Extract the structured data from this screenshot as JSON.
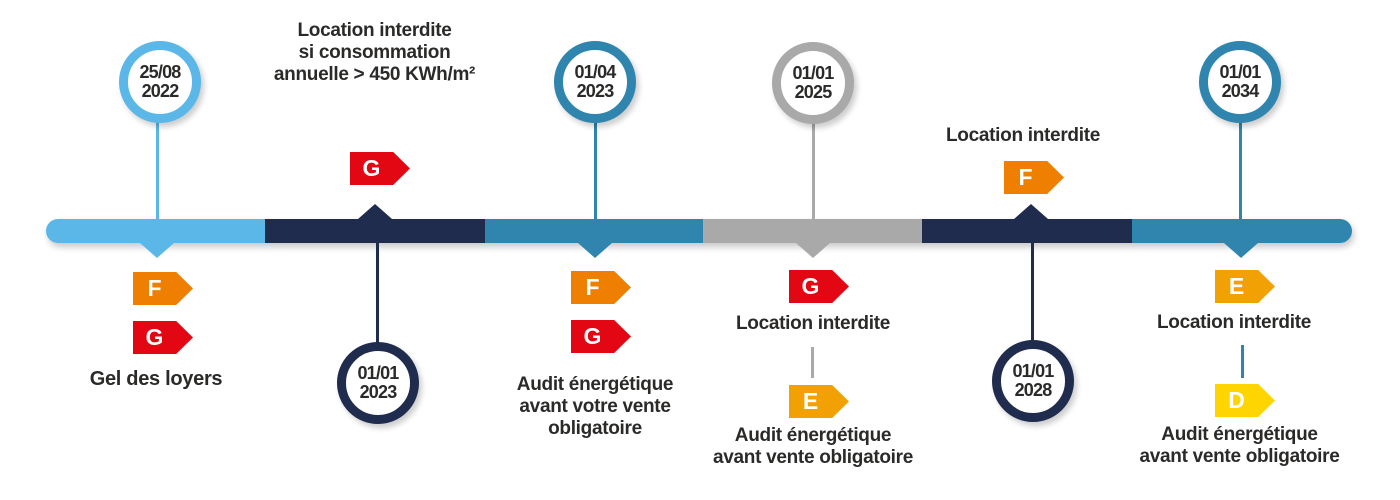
{
  "palette": {
    "light_blue": "#5BB7E8",
    "navy": "#1F2C4E",
    "teal_blue": "#2F85AD",
    "gray": "#A9A9A9",
    "orange_f": "#EE7F00",
    "red_g": "#E30613",
    "amber_e": "#F2A104",
    "yellow_d": "#FFD500",
    "text_dark": "#2B2A29"
  },
  "timeline": {
    "segments": [
      {
        "name": "2022-segment",
        "color": "#5BB7E8"
      },
      {
        "name": "2023-segment",
        "color": "#1F2C4E"
      },
      {
        "name": "2023-april-segment",
        "color": "#2F85AD"
      },
      {
        "name": "2025-segment",
        "color": "#A9A9A9"
      },
      {
        "name": "2028-segment",
        "color": "#1F2C4E"
      },
      {
        "name": "2034-segment",
        "color": "#2F85AD"
      }
    ]
  },
  "events": [
    {
      "date_line1": "25/08",
      "date_line2": "2022",
      "circle_color": "#5BB7E8",
      "badges": [
        {
          "letter": "F",
          "color": "#EE7F00"
        },
        {
          "letter": "G",
          "color": "#E30613"
        }
      ],
      "label": "Gel des loyers"
    },
    {
      "date_line1": "01/01",
      "date_line2": "2023",
      "circle_color": "#1F2C4E",
      "label": "Location interdite\nsi consommation\nannuelle > 450 KWh/m²",
      "badges": [
        {
          "letter": "G",
          "color": "#E30613"
        }
      ]
    },
    {
      "date_line1": "01/04",
      "date_line2": "2023",
      "circle_color": "#2F85AD",
      "badges": [
        {
          "letter": "F",
          "color": "#EE7F00"
        },
        {
          "letter": "G",
          "color": "#E30613"
        }
      ],
      "label": "Audit énergétique\navant votre vente\nobligatoire"
    },
    {
      "date_line1": "01/01",
      "date_line2": "2025",
      "circle_color": "#A9A9A9",
      "badges": [
        {
          "letter": "G",
          "color": "#E30613"
        }
      ],
      "label": "Location interdite",
      "badge2": {
        "letter": "E",
        "color": "#F2A104"
      },
      "label2": "Audit énergétique\navant vente obligatoire"
    },
    {
      "date_line1": "01/01",
      "date_line2": "2028",
      "circle_color": "#1F2C4E",
      "label": "Location interdite",
      "badges": [
        {
          "letter": "F",
          "color": "#EE7F00"
        }
      ]
    },
    {
      "date_line1": "01/01",
      "date_line2": "2034",
      "circle_color": "#2F85AD",
      "badges": [
        {
          "letter": "E",
          "color": "#F2A104"
        }
      ],
      "label": "Location interdite",
      "badge2": {
        "letter": "D",
        "color": "#FFD500"
      },
      "label2": "Audit énergétique\navant vente obligatoire"
    }
  ]
}
